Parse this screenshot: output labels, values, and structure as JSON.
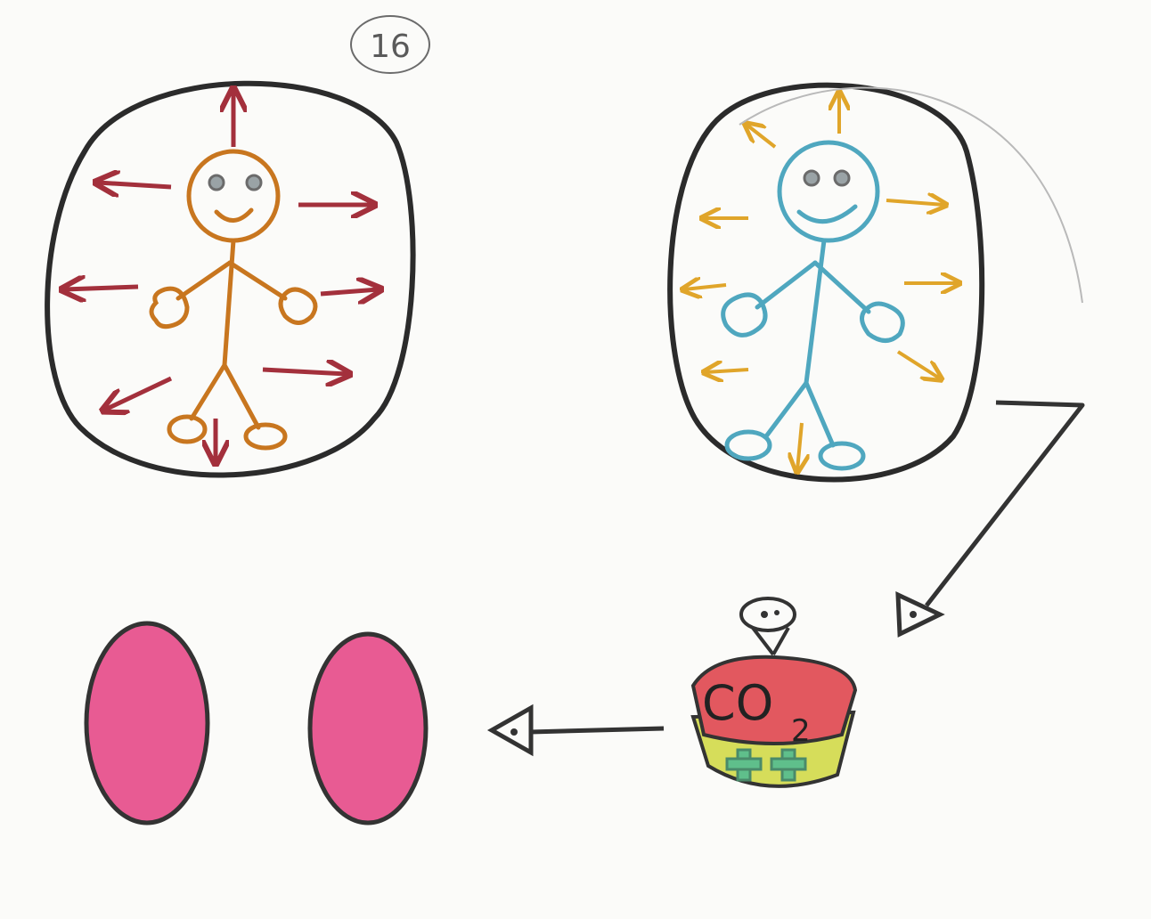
{
  "page": {
    "number": "16"
  },
  "colors": {
    "paper": "#fbfbf9",
    "outline": "#2b2b2b",
    "radiating_red": "#a3303c",
    "radiating_orange": "#e0a52a",
    "person_orange": "#c8761f",
    "person_blue": "#4fa7bf",
    "co2_red": "#e2585f",
    "co2_yellow": "#d6dd5a",
    "co2_green": "#5fbf8b",
    "cell_pink": "#e85b93"
  },
  "drawing": {
    "left_figure": {
      "person_color": "person_orange",
      "arrow_color": "radiating_red"
    },
    "right_figure": {
      "person_color": "person_blue",
      "arrow_color": "radiating_orange"
    },
    "co2_device": {
      "label_main": "CO",
      "label_sub": "2"
    },
    "cells": {
      "count": 2
    }
  }
}
